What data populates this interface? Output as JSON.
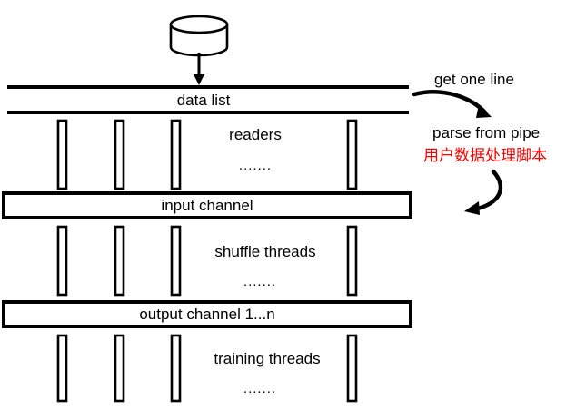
{
  "diagram": {
    "title_present": false,
    "background_color": "#ffffff",
    "stroke_color": "#000000",
    "accent_color": "#ff0000",
    "nodes": {
      "source_store": {
        "name": "database-cylinder",
        "label": ""
      },
      "data_list": {
        "label": "data list"
      },
      "input_channel": {
        "label": "input channel"
      },
      "output_channel": {
        "label": "output channel 1...n"
      }
    },
    "thread_rows": [
      {
        "key": "readers",
        "label": "readers",
        "ellipsis": "......."
      },
      {
        "key": "shuffle",
        "label": "shuffle threads",
        "ellipsis": "......."
      },
      {
        "key": "training",
        "label": "training threads",
        "ellipsis": "......."
      }
    ],
    "annotations": [
      {
        "key": "get_one_line",
        "label": "get one line",
        "color": "#000000"
      },
      {
        "key": "parse_from_pipe",
        "label": "parse from pipe",
        "color": "#000000"
      },
      {
        "key": "user_script",
        "label": "用户数据处理脚本",
        "color": "#ff0000"
      }
    ],
    "edges": [
      {
        "key": "store-to-data-list",
        "name": "arrow-down-store-to-data-list"
      },
      {
        "key": "data-list-to-pipe",
        "name": "curved-arrow-get-one-line"
      },
      {
        "key": "pipe-to-input-channel",
        "name": "curved-arrow-parse-to-input-channel"
      }
    ]
  }
}
